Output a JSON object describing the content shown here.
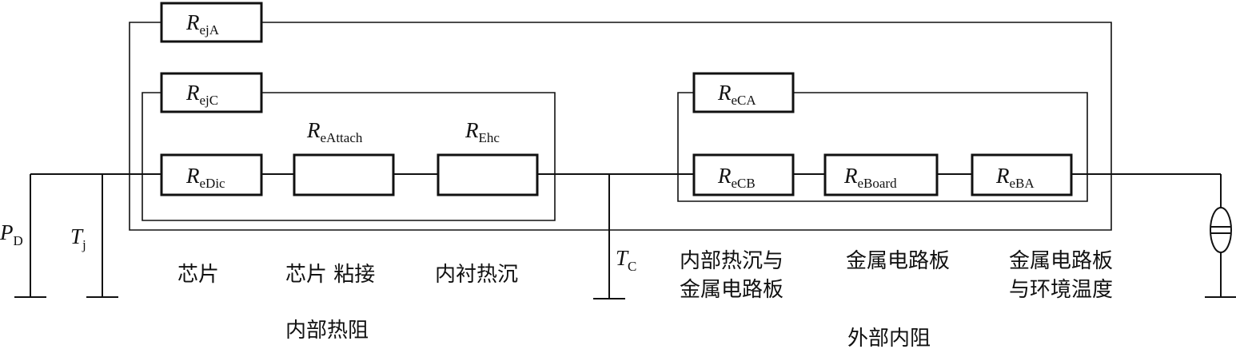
{
  "resistors": {
    "ejA": {
      "main": "R",
      "sub": "ejA"
    },
    "ejC": {
      "main": "R",
      "sub": "ejC"
    },
    "eDic": {
      "main": "R",
      "sub": "eDic"
    },
    "eAttach": {
      "main": "R",
      "sub": "eAttach"
    },
    "Ehc": {
      "main": "R",
      "sub": "Ehc"
    },
    "eCA": {
      "main": "R",
      "sub": "eCA"
    },
    "eCB": {
      "main": "R",
      "sub": "eCB"
    },
    "eBoard": {
      "main": "R",
      "sub": "eBoard"
    },
    "eBA": {
      "main": "R",
      "sub": "eBA"
    }
  },
  "nodes": {
    "pd": {
      "main": "P",
      "sub": "D"
    },
    "tj": {
      "main": "T",
      "sub": "j"
    },
    "tc": {
      "main": "T",
      "sub": "C"
    }
  },
  "captions": {
    "chip": "芯片",
    "chip_attach": "芯片 粘接",
    "liner_heatsink": "内衬热沉",
    "internal_resistance": "内部热阻",
    "heatsink_board_1": "内部热沉与",
    "heatsink_board_2": "金属电路板",
    "metal_board": "金属电路板",
    "board_ambient_1": "金属电路板",
    "board_ambient_2": "与环境温度",
    "external_resistance": "外部内阻"
  }
}
